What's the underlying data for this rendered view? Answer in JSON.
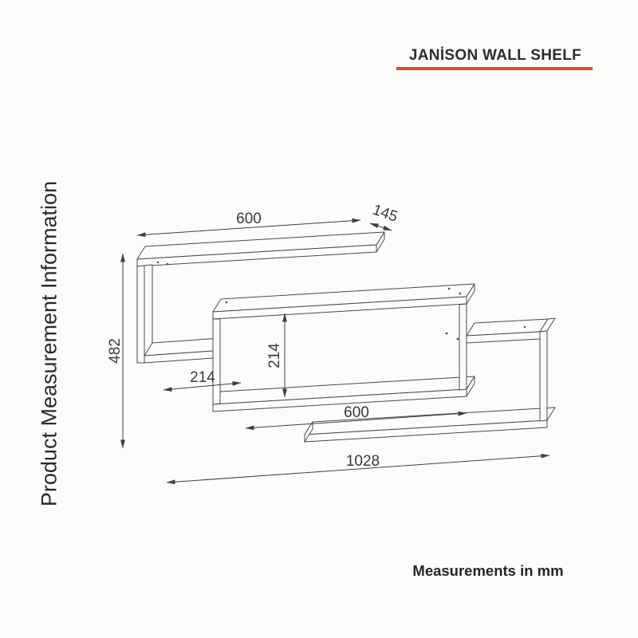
{
  "title": "JANİSON WALL SHELF",
  "side_label": "Product Measurement Information",
  "footer_note": "Measurements in mm",
  "unit": "mm",
  "colors": {
    "accent_underline": "#DB4F1D",
    "line_color": "#4a4a4a",
    "text_color": "#2d2d2d",
    "background": "#fcfcfb"
  },
  "dimensions": {
    "top_shelf_width": "600",
    "shelf_depth": "145",
    "overall_height": "482",
    "middle_opening_height": "214",
    "left_shelf_length": "214",
    "middle_shelf_width": "600",
    "overall_width": "1028"
  }
}
